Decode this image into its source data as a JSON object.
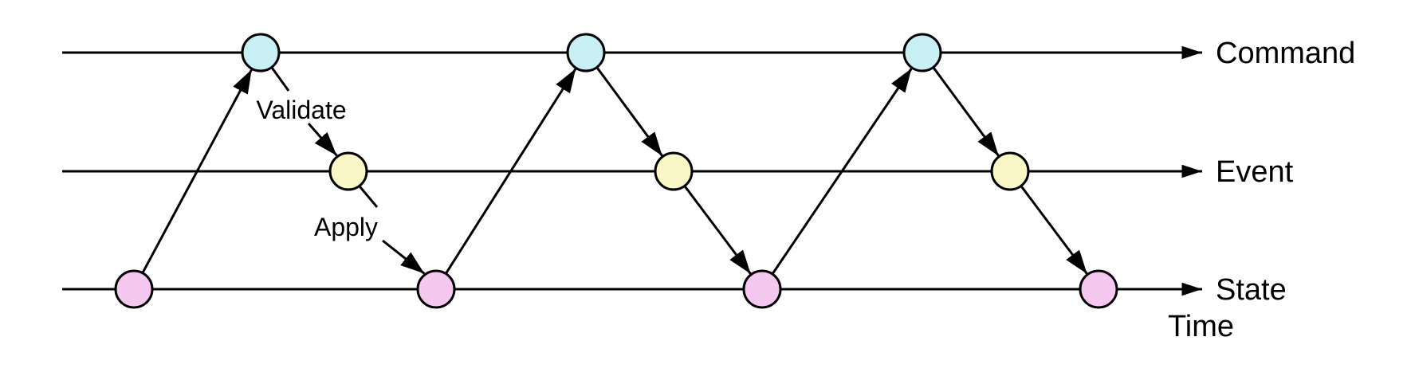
{
  "diagram": {
    "lanes": [
      {
        "id": "command",
        "label": "Command",
        "node_color": "#c8f0f4"
      },
      {
        "id": "event",
        "label": "Event",
        "node_color": "#fbf6c5"
      },
      {
        "id": "state",
        "label": "State",
        "node_color": "#f5c8f1"
      }
    ],
    "axis_label": "Time",
    "edge_labels": {
      "validate": "Validate",
      "apply": "Apply"
    },
    "colors": {
      "line": "#000000",
      "background": "#ffffff"
    }
  }
}
